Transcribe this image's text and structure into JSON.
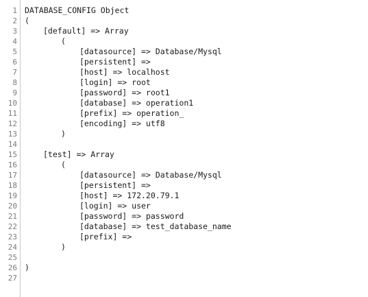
{
  "editor": {
    "lines": [
      {
        "number": "1",
        "text": "DATABASE_CONFIG Object",
        "indent": 0
      },
      {
        "number": "2",
        "text": "(",
        "indent": 0
      },
      {
        "number": "3",
        "text": "[default] => Array",
        "indent": 1
      },
      {
        "number": "4",
        "text": "(",
        "indent": 2
      },
      {
        "number": "5",
        "text": "[datasource] => Database/Mysql",
        "indent": 3
      },
      {
        "number": "6",
        "text": "[persistent] =>",
        "indent": 3
      },
      {
        "number": "7",
        "text": "[host] => localhost",
        "indent": 3
      },
      {
        "number": "8",
        "text": "[login] => root",
        "indent": 3
      },
      {
        "number": "9",
        "text": "[password] => root1",
        "indent": 3
      },
      {
        "number": "10",
        "text": "[database] => operation1",
        "indent": 3
      },
      {
        "number": "11",
        "text": "[prefix] => operation_",
        "indent": 3
      },
      {
        "number": "12",
        "text": "[encoding] => utf8",
        "indent": 3
      },
      {
        "number": "13",
        "text": ")",
        "indent": 2
      },
      {
        "number": "14",
        "text": "",
        "indent": 0
      },
      {
        "number": "15",
        "text": "[test] => Array",
        "indent": 1
      },
      {
        "number": "16",
        "text": "(",
        "indent": 2
      },
      {
        "number": "17",
        "text": "[datasource] => Database/Mysql",
        "indent": 3
      },
      {
        "number": "18",
        "text": "[persistent] =>",
        "indent": 3
      },
      {
        "number": "19",
        "text": "[host] => 172.20.79.1",
        "indent": 3
      },
      {
        "number": "20",
        "text": "[login] => user",
        "indent": 3
      },
      {
        "number": "21",
        "text": "[password] => password",
        "indent": 3
      },
      {
        "number": "22",
        "text": "[database] => test_database_name",
        "indent": 3
      },
      {
        "number": "23",
        "text": "[prefix] =>",
        "indent": 3
      },
      {
        "number": "24",
        "text": ")",
        "indent": 2
      },
      {
        "number": "25",
        "text": "",
        "indent": 0
      },
      {
        "number": "26",
        "text": ")",
        "indent": 0
      },
      {
        "number": "27",
        "text": "",
        "indent": 0
      }
    ]
  }
}
